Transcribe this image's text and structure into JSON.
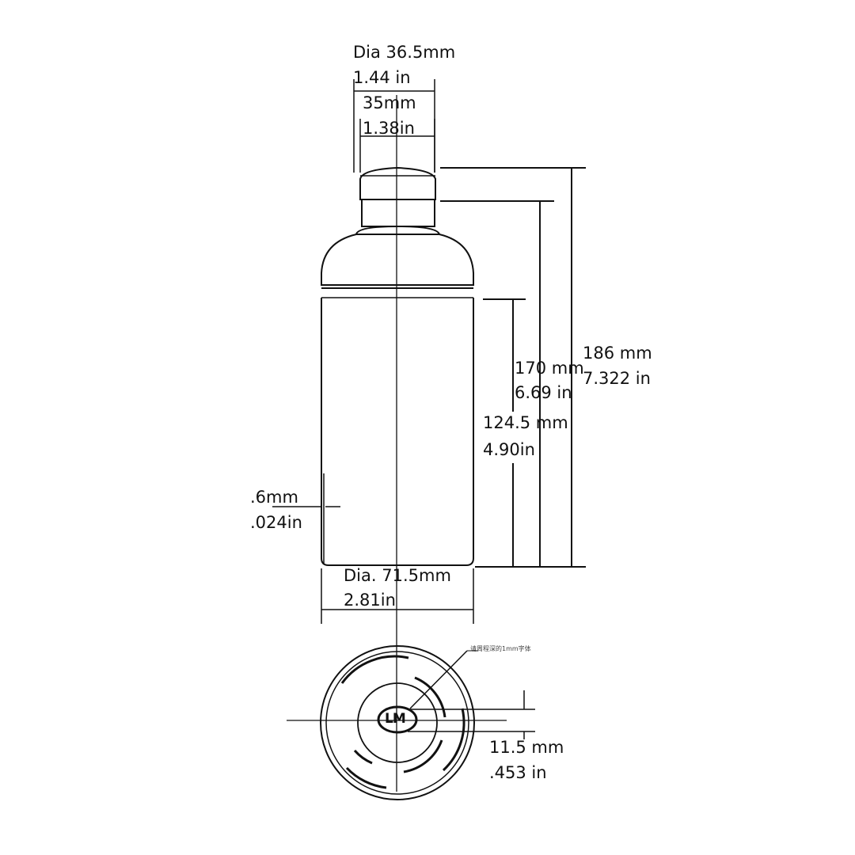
{
  "dimensions": {
    "top_outer_dia_mm": "Dia 36.5mm",
    "top_outer_dia_in": "1.44 in",
    "top_inner_dia_mm": "35mm",
    "top_inner_dia_in": "1.38in",
    "height_total_mm": "186 mm",
    "height_total_in": "7.322 in",
    "height_neck_mm": "170 mm",
    "height_neck_in": "6.69 in",
    "height_body_mm": "124.5 mm",
    "height_body_in": "4.90in",
    "wall_mm": ".6mm",
    "wall_in": ".024in",
    "body_dia_mm": "Dia. 71.5mm",
    "body_dia_in": "2.81in",
    "logo_offset_mm": "11.5 mm",
    "logo_offset_in": ".453 in"
  },
  "bottom_view": {
    "logo_text": "LM",
    "note": "请周程深的1mm字体"
  },
  "colors": {
    "line": "#111111",
    "background": "#ffffff"
  }
}
